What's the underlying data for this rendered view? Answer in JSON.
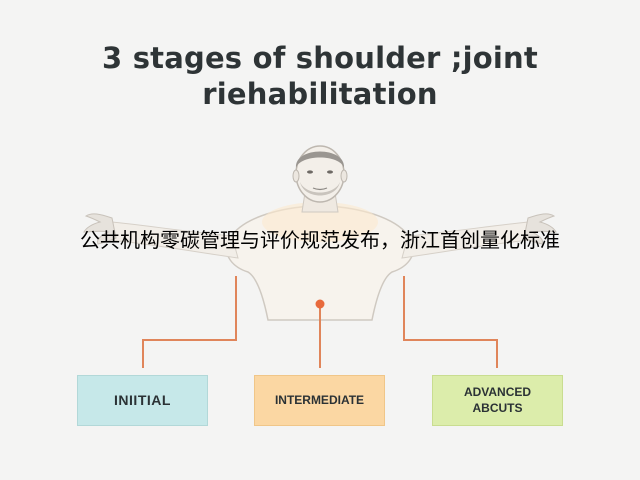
{
  "title": {
    "line1": "3 stages of shoulder ;joint",
    "line2": "riehabilitation"
  },
  "overlay_caption": "公共机构零碳管理与评价规范发布，浙江首创量化标准",
  "stages": [
    {
      "label": "INIITIAL",
      "color": "#c6e8e9"
    },
    {
      "label": "INTERMEDIATE",
      "color": "#fbd7a3"
    },
    {
      "label": "ADVANCED ABCUTS",
      "color": "#dcedab"
    }
  ],
  "colors": {
    "connector": "#e0855a",
    "focus_dot": "#e86a3c",
    "skin": "#f7f3ed",
    "outline": "#b9b4ad"
  }
}
